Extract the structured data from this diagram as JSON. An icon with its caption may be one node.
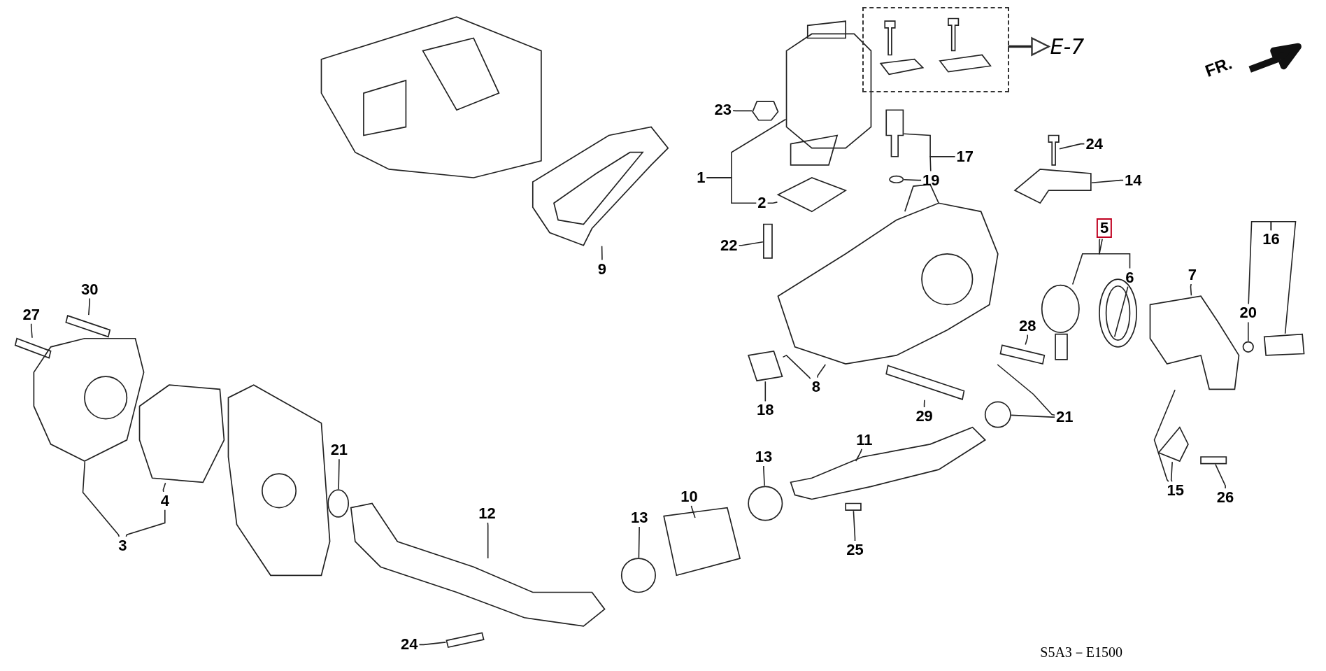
{
  "diagram": {
    "nodes": [
      {
        "text": [
          "1"
        ]
      },
      {
        "text": [
          "2"
        ]
      },
      {
        "text": [
          "3"
        ]
      },
      {
        "text": [
          "4"
        ]
      },
      {
        "text": [
          "5"
        ]
      },
      {
        "text": [
          "6"
        ]
      },
      {
        "text": [
          "7"
        ]
      },
      {
        "text": [
          "8"
        ]
      },
      {
        "text": [
          "9"
        ]
      },
      {
        "text": [
          "10"
        ]
      },
      {
        "text": [
          "11"
        ]
      },
      {
        "text": [
          "12"
        ]
      },
      {
        "text": [
          "13"
        ]
      },
      {
        "text": [
          "13"
        ]
      },
      {
        "text": [
          "14"
        ]
      },
      {
        "text": [
          "15"
        ]
      },
      {
        "text": [
          "16"
        ]
      },
      {
        "text": [
          "17"
        ]
      },
      {
        "text": [
          "18"
        ]
      },
      {
        "text": [
          "19"
        ]
      },
      {
        "text": [
          "20"
        ]
      },
      {
        "text": [
          "21"
        ]
      },
      {
        "text": [
          "21"
        ]
      },
      {
        "text": [
          "22"
        ]
      },
      {
        "text": [
          "23"
        ]
      },
      {
        "text": [
          "24"
        ]
      },
      {
        "text": [
          "24"
        ]
      },
      {
        "text": [
          "25"
        ]
      },
      {
        "text": [
          "26"
        ]
      },
      {
        "text": [
          "27"
        ]
      },
      {
        "text": [
          "28"
        ]
      },
      {
        "text": [
          "29"
        ]
      },
      {
        "text": [
          "30"
        ]
      },
      {
        "text": [],
        "shape": "box"
      },
      {
        "text": [
          "E-7"
        ]
      },
      {
        "text": [],
        "shape": "picture"
      },
      {
        "text": [],
        "shape": "picture"
      },
      {
        "text": [],
        "shape": "picture"
      },
      {
        "text": [],
        "shape": "picture"
      },
      {
        "text": [],
        "shape": "picture"
      },
      {
        "text": [],
        "shape": "circle"
      },
      {
        "text": [],
        "shape": "picture"
      },
      {
        "text": [],
        "shape": "picture"
      },
      {
        "text": [],
        "shape": "picture"
      },
      {
        "text": [],
        "shape": "bar"
      },
      {
        "text": [],
        "shape": "picture"
      },
      {
        "text": [],
        "shape": "bar"
      },
      {
        "text": [],
        "shape": "bar"
      },
      {
        "text": [],
        "shape": "picture"
      },
      {
        "text": [],
        "shape": "picture"
      },
      {
        "text": [],
        "shape": "picture"
      },
      {
        "text": [],
        "shape": "circle"
      },
      {
        "text": [],
        "shape": "box"
      },
      {
        "text": [],
        "shape": "picture"
      },
      {
        "text": [],
        "shape": "bar"
      },
      {
        "text": [],
        "shape": "picture"
      },
      {
        "text": [],
        "shape": "picture"
      },
      {
        "text": [],
        "shape": "bar"
      },
      {
        "text": [],
        "shape": "bar"
      },
      {
        "text": [],
        "shape": "circle"
      },
      {
        "text": [],
        "shape": "picture"
      },
      {
        "text": [],
        "shape": "circle"
      },
      {
        "text": [],
        "shape": "picture"
      },
      {
        "text": [],
        "shape": "circle"
      },
      {
        "text": [],
        "shape": "picture"
      },
      {
        "text": [],
        "shape": "circle"
      },
      {
        "text": [],
        "shape": "box"
      },
      {
        "text": [],
        "shape": "bar"
      }
    ],
    "edges": [
      {
        "from": 0,
        "to": 36,
        "arrow": "none"
      },
      {
        "from": 0,
        "to": 1,
        "arrow": "none"
      },
      {
        "from": 1,
        "to": 37,
        "arrow": "none"
      },
      {
        "from": 2,
        "to": 55,
        "arrow": "none"
      },
      {
        "from": 2,
        "to": 3,
        "arrow": "none"
      },
      {
        "from": 3,
        "to": 56,
        "arrow": "none"
      },
      {
        "from": 4,
        "to": 48,
        "arrow": "none"
      },
      {
        "from": 4,
        "to": 5,
        "arrow": "none"
      },
      {
        "from": 5,
        "to": 49,
        "arrow": "none"
      },
      {
        "from": 6,
        "to": 50,
        "arrow": "none"
      },
      {
        "from": 7,
        "to": 45,
        "arrow": "none"
      },
      {
        "from": 7,
        "to": 43,
        "arrow": "none"
      },
      {
        "from": 8,
        "to": 35,
        "arrow": "none"
      },
      {
        "from": 9,
        "to": 62,
        "arrow": "none"
      },
      {
        "from": 10,
        "to": 64,
        "arrow": "none"
      },
      {
        "from": 11,
        "to": 60,
        "arrow": "none"
      },
      {
        "from": 12,
        "to": 61,
        "arrow": "none"
      },
      {
        "from": 13,
        "to": 63,
        "arrow": "none"
      },
      {
        "from": 14,
        "to": 41,
        "arrow": "none"
      },
      {
        "from": 15,
        "to": 50,
        "arrow": "none"
      },
      {
        "from": 15,
        "to": 53,
        "arrow": "none"
      },
      {
        "from": 16,
        "to": 52,
        "arrow": "none"
      },
      {
        "from": 16,
        "to": 20,
        "arrow": "none"
      },
      {
        "from": 17,
        "to": 39,
        "arrow": "none"
      },
      {
        "from": 17,
        "to": 19,
        "arrow": "none"
      },
      {
        "from": 18,
        "to": 45,
        "arrow": "none"
      },
      {
        "from": 19,
        "to": 40,
        "arrow": "none"
      },
      {
        "from": 20,
        "to": 51,
        "arrow": "none"
      },
      {
        "from": 21,
        "to": 59,
        "arrow": "none"
      },
      {
        "from": 22,
        "to": 65,
        "arrow": "none"
      },
      {
        "from": 22,
        "to": 43,
        "arrow": "none"
      },
      {
        "from": 23,
        "to": 44,
        "arrow": "none"
      },
      {
        "from": 24,
        "to": 38,
        "arrow": "none"
      },
      {
        "from": 25,
        "to": 42,
        "arrow": "none"
      },
      {
        "from": 26,
        "to": 67,
        "arrow": "none"
      },
      {
        "from": 27,
        "to": 66,
        "arrow": "none"
      },
      {
        "from": 28,
        "to": 54,
        "arrow": "none"
      },
      {
        "from": 29,
        "to": 57,
        "arrow": "none"
      },
      {
        "from": 30,
        "to": 47,
        "arrow": "none"
      },
      {
        "from": 31,
        "to": 46,
        "arrow": "none"
      },
      {
        "from": 32,
        "to": 58,
        "arrow": "none"
      },
      {
        "from": 33,
        "to": 34,
        "arrow": "to"
      }
    ],
    "labels": [
      "FR.",
      "S5A3－E1500"
    ]
  }
}
